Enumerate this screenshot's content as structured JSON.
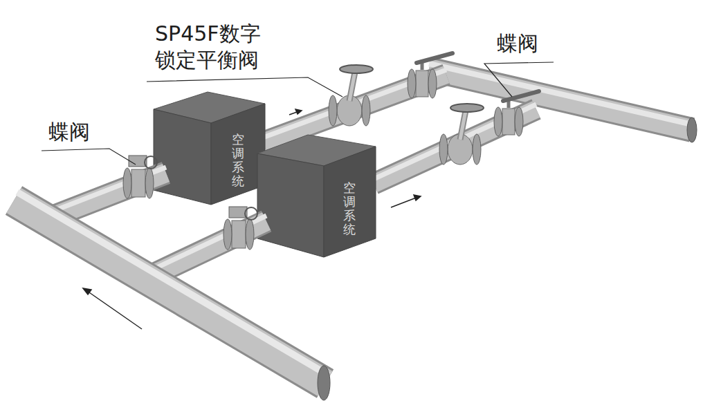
{
  "diagram": {
    "nodes": [
      {
        "text": [
          "空调系统"
        ]
      },
      {
        "text": [
          "空调系统"
        ]
      }
    ],
    "labels": [
      "SP45F数字 锁定平衡阀",
      "蝶阀",
      "蝶阀"
    ]
  }
}
